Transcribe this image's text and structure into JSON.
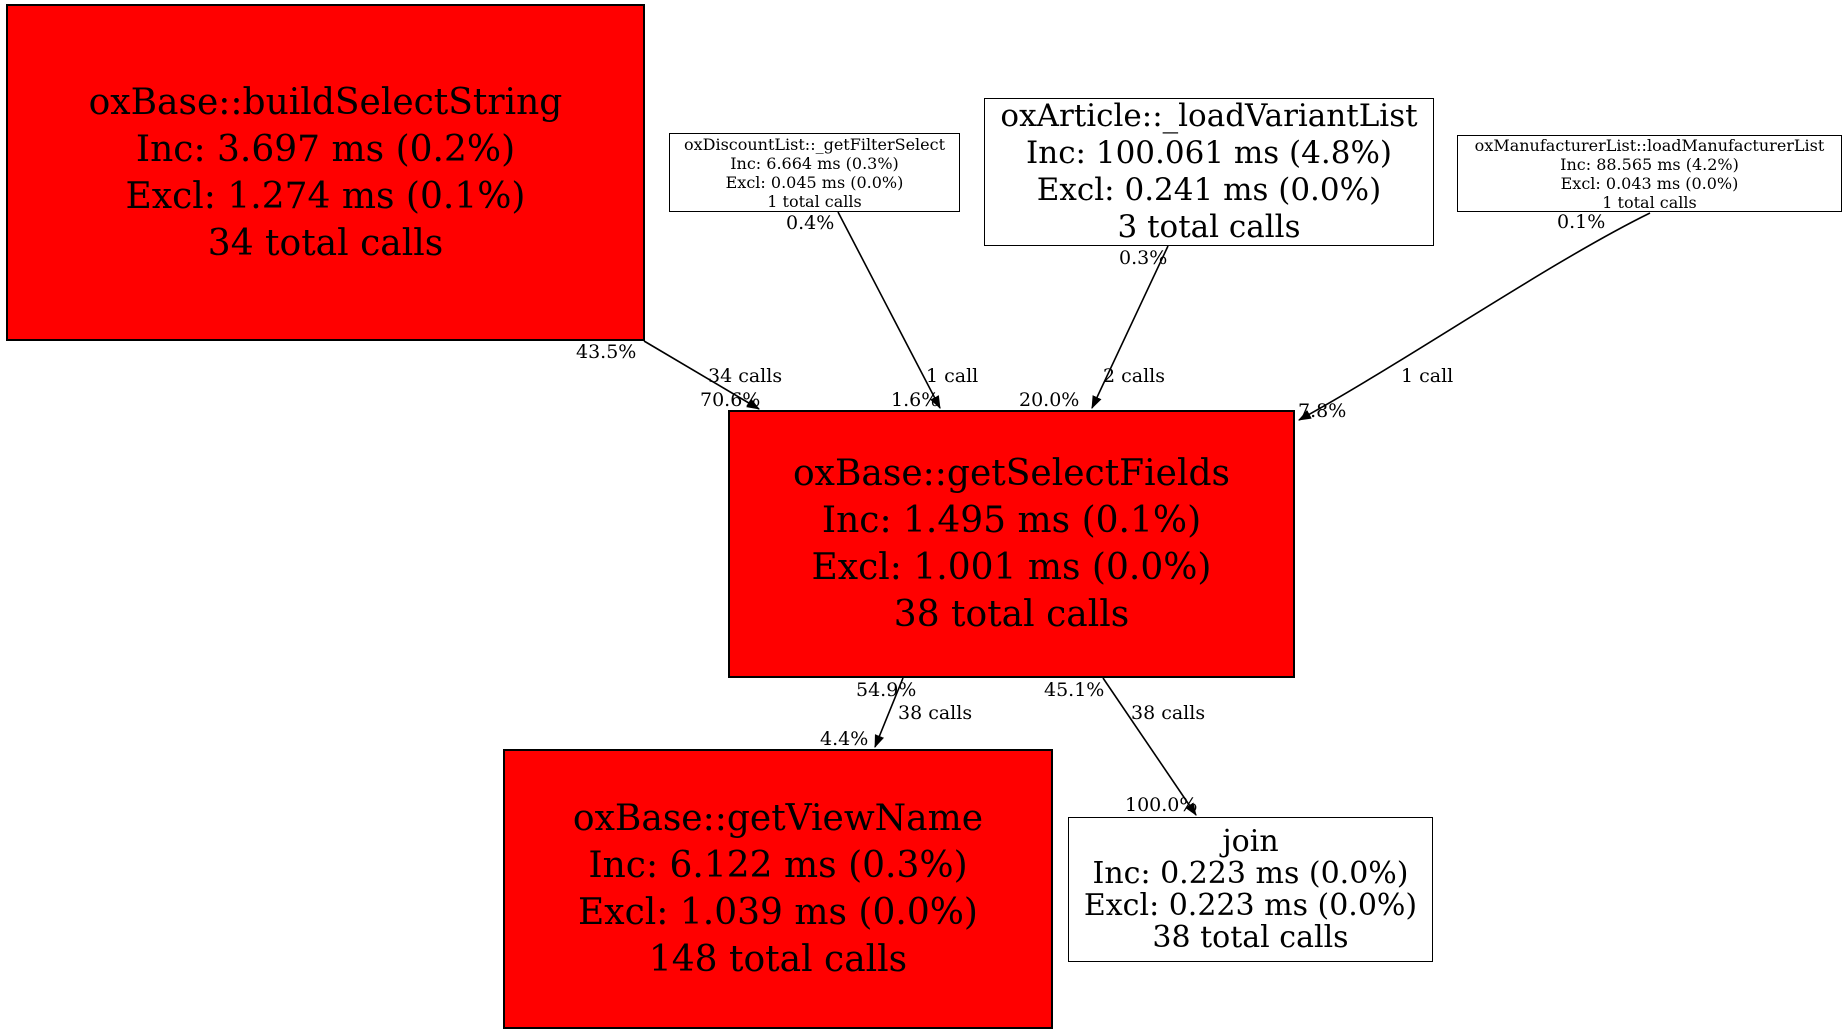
{
  "diagram": {
    "kind": "profiler-call-graph",
    "background": "#ffffff",
    "colors": {
      "hot_node_fill": "#ff0000",
      "normal_node_fill": "#ffffff",
      "node_border": "#000000",
      "edge_stroke": "#000000",
      "text": "#000000"
    }
  },
  "nodes": {
    "buildSelectString": {
      "title": "oxBase::buildSelectString",
      "inc": "Inc: 3.697 ms (0.2%)",
      "excl": "Excl: 1.274 ms (0.1%)",
      "calls": "34 total calls",
      "fill": "#ff0000"
    },
    "getFilterSelect": {
      "title": "oxDiscountList::_getFilterSelect",
      "inc": "Inc: 6.664 ms (0.3%)",
      "excl": "Excl: 0.045 ms (0.0%)",
      "calls": "1 total calls",
      "fill": "#ffffff"
    },
    "loadVariantList": {
      "title": "oxArticle::_loadVariantList",
      "inc": "Inc: 100.061 ms (4.8%)",
      "excl": "Excl: 0.241 ms (0.0%)",
      "calls": "3 total calls",
      "fill": "#ffffff"
    },
    "loadManufacturerList": {
      "title": "oxManufacturerList::loadManufacturerList",
      "inc": "Inc: 88.565 ms (4.2%)",
      "excl": "Excl: 0.043 ms (0.0%)",
      "calls": "1 total calls",
      "fill": "#ffffff"
    },
    "getSelectFields": {
      "title": "oxBase::getSelectFields",
      "inc": "Inc: 1.495 ms (0.1%)",
      "excl": "Excl: 1.001 ms (0.0%)",
      "calls": "38 total calls",
      "fill": "#ff0000"
    },
    "getViewName": {
      "title": "oxBase::getViewName",
      "inc": "Inc: 6.122 ms (0.3%)",
      "excl": "Excl: 1.039 ms (0.0%)",
      "calls": "148 total calls",
      "fill": "#ff0000"
    },
    "join": {
      "title": "join",
      "inc": "Inc: 0.223 ms (0.0%)",
      "excl": "Excl: 0.223 ms (0.0%)",
      "calls": "38 total calls",
      "fill": "#ffffff"
    }
  },
  "edges": {
    "buildSelectString_to_getSelectFields": {
      "source_pct": "43.5%",
      "calls_label": "34 calls",
      "target_pct": "70.6%"
    },
    "getFilterSelect_to_getSelectFields": {
      "source_pct": "0.4%",
      "calls_label": "1 call",
      "target_pct": "1.6%"
    },
    "loadVariantList_to_getSelectFields": {
      "source_pct": "0.3%",
      "calls_label": "2 calls",
      "target_pct": "20.0%"
    },
    "loadManufacturerList_to_getSelectFields": {
      "source_pct": "0.1%",
      "calls_label": "1 call",
      "target_pct": "7.8%"
    },
    "getSelectFields_to_getViewName": {
      "source_pct": "54.9%",
      "calls_label": "38 calls",
      "target_pct": "4.4%"
    },
    "getSelectFields_to_join": {
      "source_pct": "45.1%",
      "calls_label": "38 calls",
      "target_pct": "100.0%"
    }
  }
}
